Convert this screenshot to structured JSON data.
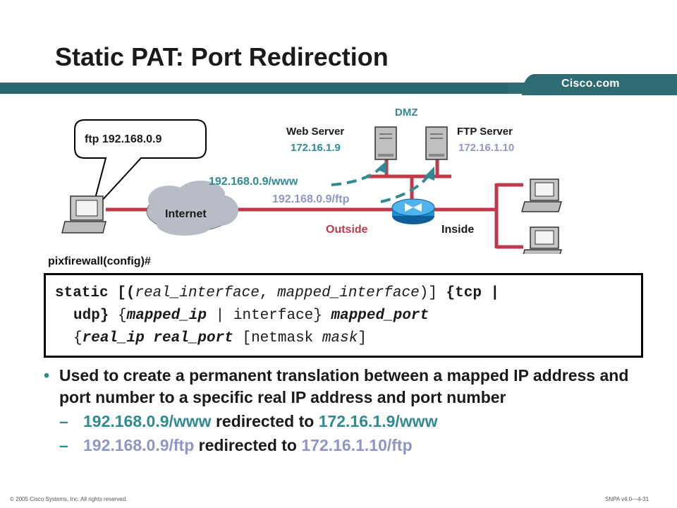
{
  "slide": {
    "title": "Static PAT: Port Redirection",
    "brand": "Cisco.com"
  },
  "diagram": {
    "callout": "ftp 192.168.0.9",
    "cloud": "Internet",
    "dmz": "DMZ",
    "web_server_name": "Web Server",
    "web_server_ip": "172.16.1.9",
    "ftp_server_name": "FTP Server",
    "ftp_server_ip": "172.16.1.10",
    "mapped_www": "192.168.0.9/www",
    "mapped_ftp": "192.168.0.9/ftp",
    "outside": "Outside",
    "inside": "Inside",
    "colors": {
      "link": "#c0394b",
      "teal": "#2f8a94",
      "lavender": "#8e95c7",
      "router": "#1f8fd6"
    }
  },
  "command": {
    "prompt": "pixfirewall(config)#",
    "l1_static": "static [(",
    "l1_real_iface": "real_interface",
    "l1_comma": ", ",
    "l1_mapped_iface": "mapped_interface",
    "l1_close": ")] ",
    "l1_tcp": "{tcp |",
    "l2_udp": "udp}",
    "l2_sp": " {",
    "l2_mapped_ip": "mapped_ip",
    "l2_interface": " | interface} ",
    "l2_mapped_port": "mapped_port",
    "l3_open": "{",
    "l3_real_ip_port": "real_ip real_port",
    "l3_netmask": " [netmask ",
    "l3_mask": "mask",
    "l3_close": "]"
  },
  "bullets": {
    "main": "Used to create a permanent translation between a mapped IP address and port number to a specific real IP address and port number",
    "sub1_a": "192.168.0.9/www",
    "sub1_b": " redirected to ",
    "sub1_c": "172.16.1.9/www",
    "sub2_a": "192.168.0.9/ftp",
    "sub2_b": " redirected to ",
    "sub2_c": "172.16.1.10/ftp"
  },
  "footer": {
    "copyright": "© 2005 Cisco Systems, Inc. All rights reserved.",
    "code": "SNPA v4.0—4-31"
  }
}
